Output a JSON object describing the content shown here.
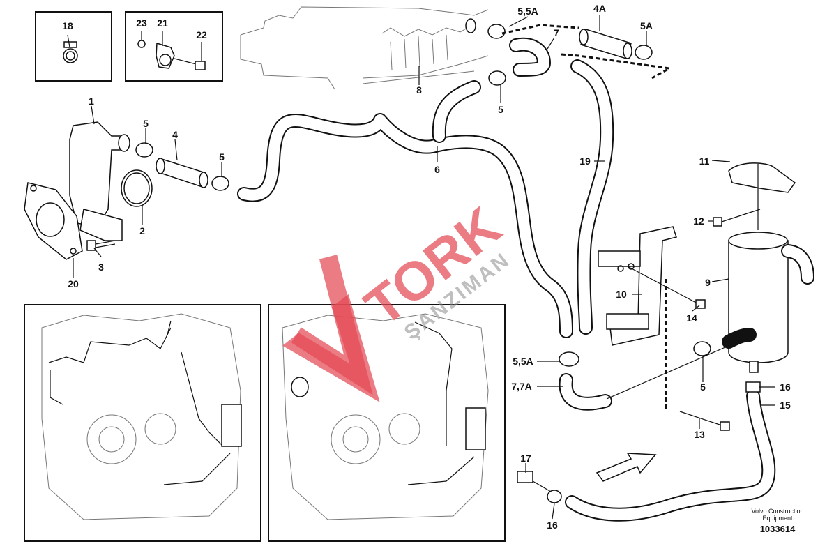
{
  "watermark": {
    "brand": "TORK",
    "sub": "ŞANZIMAN"
  },
  "footer": {
    "maker": "Volvo Construction",
    "maker2": "Equipment",
    "ref": "1033614"
  },
  "labels": {
    "l1": "1",
    "l2": "2",
    "l3": "3",
    "l4": "4",
    "l4a": "4A",
    "l5a": "5",
    "l5b": "5",
    "l5c": "5",
    "l5d": "5",
    "l55a_top": "5,5A",
    "l55a_bottom": "5,5A",
    "l5a_right": "5A",
    "l6": "6",
    "l7": "7",
    "l77a": "7,7A",
    "l8": "8",
    "l9": "9",
    "l10": "10",
    "l11": "11",
    "l12": "12",
    "l13": "13",
    "l14": "14",
    "l15": "15",
    "l16a": "16",
    "l16b": "16",
    "l17": "17",
    "l18": "18",
    "l19": "19",
    "l20": "20",
    "l21": "21",
    "l22": "22",
    "l23": "23"
  }
}
